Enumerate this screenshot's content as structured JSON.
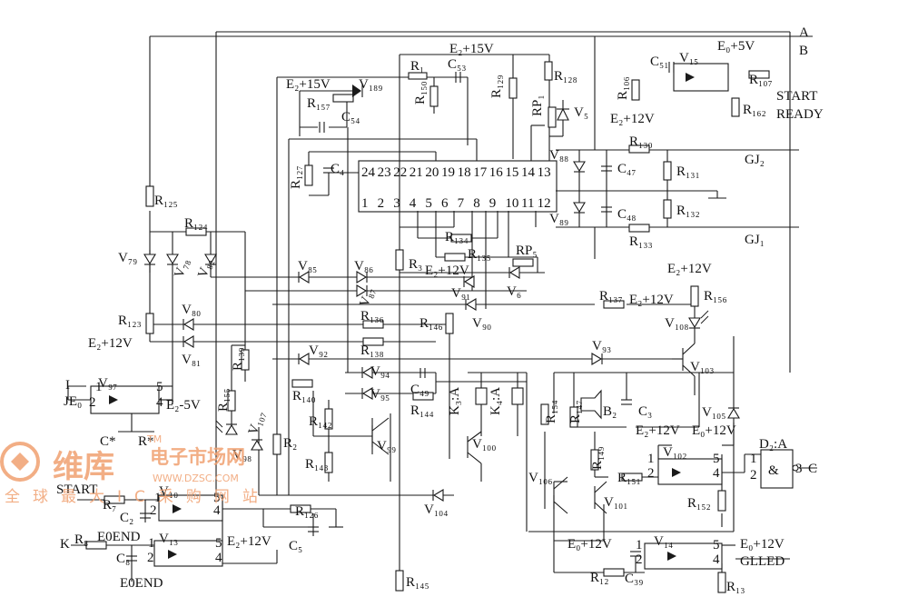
{
  "labels": {
    "A": "A",
    "B": "B",
    "E2_15V_top": "E₂+15V",
    "E0_5V_top": "E₀+5V",
    "START_out": "START",
    "READY_out": "READY",
    "E2_12V_r106": "E₂+12V",
    "E2_15V_left": "E₂+15V",
    "GJ2": "GJ₂",
    "GJ1": "GJ₁",
    "E2_12V_mid": "E₂+12V",
    "E2_12V_r137": "E₂+12V",
    "E2_12V_r156": "E₂+12V",
    "E2_12V_left": "E₂+12V",
    "E2_5V": "E₂-5V",
    "E2_12V_v102": "E₂+12V",
    "E0_12V_v105": "E₀+12V",
    "C_out": "C",
    "D2A": "D₂:A",
    "START_in": "START",
    "E0END_top": "E0END",
    "E0END_bot": "E0END",
    "E2_12V_v13": "E₂+12V",
    "E0_12V_v14": "E₀+12V",
    "E0_12V_v14r": "E₀+12V",
    "GLLED": "GLLED",
    "I_in": "I",
    "JE0": "JE₀",
    "K_in": "K",
    "K3A": "K₃:A",
    "K4A": "K₄:A"
  },
  "refs": {
    "R1": "R₁",
    "C53": "C₅₃",
    "R128": "R₁₂₈",
    "R129": "R₁₂₉",
    "R150": "R₁₅₀",
    "RP1": "RP₁",
    "V5": "V₅",
    "C51": "C₅₁",
    "V15": "V₁₅",
    "R107": "R₁₀₇",
    "R106": "R₁₀₆",
    "R162": "R₁₆₂",
    "V189": "V₁₈₉",
    "R157": "R₁₅₇",
    "C54": "C₅₄",
    "R127": "R₁₂₇",
    "C4": "C₄",
    "V88": "V₈₈",
    "V89": "V₈₉",
    "C47": "C₄₇",
    "C48": "C₄₈",
    "R130": "R₁₃₀",
    "R131": "R₁₃₁",
    "R132": "R₁₃₂",
    "R133": "R₁₃₃",
    "R125": "R₁₂₅",
    "R124": "R₁₂₄",
    "V79": "V₇₉",
    "V78": "V₇₈",
    "V82": "V₈₂",
    "V85": "V₈₅",
    "V86": "V₈₆",
    "V87": "V₈₇",
    "R3": "R₃",
    "R134": "R₁₃₄",
    "R135": "R₁₃₅",
    "RP5": "RP₅",
    "V6": "V₆",
    "V91": "V₉₁",
    "V90": "V₉₀",
    "R123": "R₁₂₃",
    "V80": "V₈₀",
    "V81": "V₈₁",
    "R136": "R₁₃₆",
    "R138": "R₁₃₈",
    "R146": "R₁₄₆",
    "R137": "R₁₃₇",
    "R156": "R₁₅₆",
    "V108": "V₁₀₈",
    "V92": "V₉₂",
    "V93": "V₉₃",
    "V103": "V₁₀₃",
    "R139": "R₁₃₉",
    "R140": "R₁₄₀",
    "V94": "V₉₄",
    "V95": "V₉₅",
    "C49": "C₄₉",
    "R144": "R₁₄₄",
    "R155": "R₁₅₅",
    "V107": "V₁₀₇",
    "V97": "V₉₇",
    "R142": "R₁₄₂",
    "R143": "R₁₄₃",
    "V99": "V₉₉",
    "V100": "V₁₀₀",
    "R154": "R₁₅₄",
    "R147": "R₁₄₇",
    "B2": "B₂",
    "C3": "C₃",
    "V105": "V₁₀₅",
    "R149": "R₁₄₉",
    "V101": "V₁₀₁",
    "R151": "R₁₅₁",
    "V102": "V₁₀₂",
    "R152": "R₁₅₂",
    "V106": "V₁₀₆",
    "V104": "V₁₀₄",
    "R2": "R₂",
    "V98": "V₉₈",
    "R7": "R₇",
    "C2": "C₂",
    "V10": "V₁₀",
    "R126": "R₁₂₆",
    "C5": "C₅",
    "R8": "R₈",
    "C8": "C₈",
    "V13": "V₁₃",
    "R145": "R₁₄₅",
    "V14": "V₁₄",
    "R12": "R₁₂",
    "C39": "C₃₉",
    "R13": "R₁₃",
    "Cstar": "C*",
    "Rstar": "R*"
  },
  "ic": {
    "top_pins": [
      "24",
      "23",
      "22",
      "21",
      "20",
      "19",
      "18",
      "17",
      "16",
      "15",
      "14",
      "13"
    ],
    "bottom_pins": [
      "1",
      "2",
      "3",
      "4",
      "5",
      "6",
      "7",
      "8",
      "9",
      "10",
      "11",
      "12"
    ]
  },
  "opto_pins": [
    "1",
    "2",
    "4",
    "5"
  ],
  "gate_pins": [
    "1",
    "2",
    "3"
  ],
  "watermark": {
    "cn_name": "维库",
    "cn_brand": "电子市场网",
    "url": "WWW.DZSC.COM",
    "tagline": "全球最大IC采购网站",
    "tm": "TM"
  }
}
